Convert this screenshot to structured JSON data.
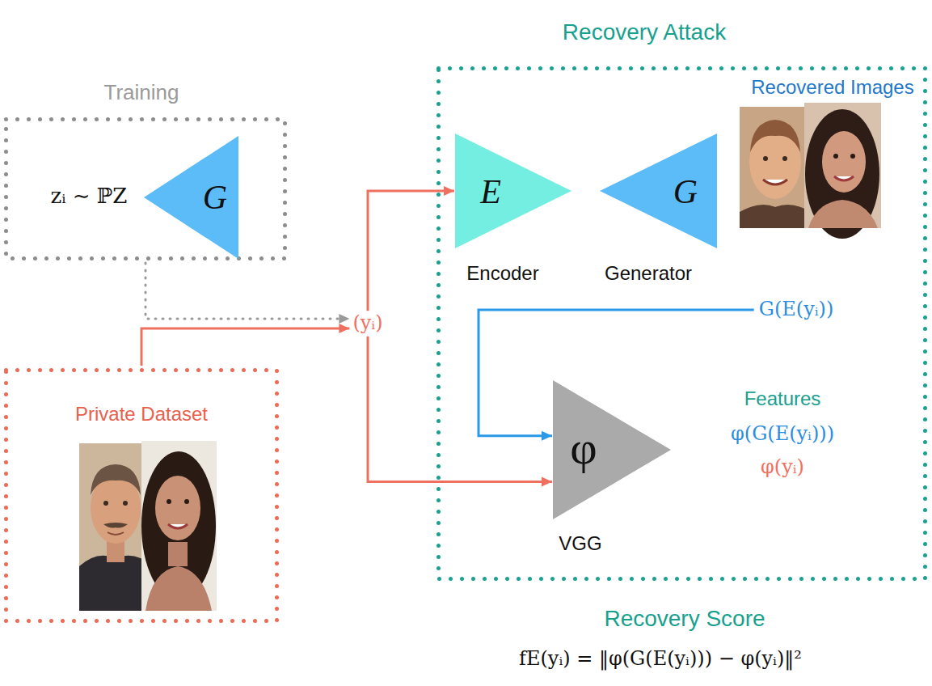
{
  "diagram": {
    "nodes": [
      {
        "text": [
          "Training"
        ]
      },
      {
        "text": [
          "G"
        ],
        "in": 0
      },
      {
        "text": [
          "Private Dataset"
        ]
      },
      {
        "text": [
          "(yᵢ)"
        ]
      },
      {
        "text": [
          "Recovery Attack"
        ]
      },
      {
        "text": [
          "E",
          "Encoder"
        ],
        "in": 4
      },
      {
        "text": [
          "G",
          "Generator"
        ],
        "in": 4
      },
      {
        "text": [
          "G(E(yᵢ))"
        ],
        "in": 4
      },
      {
        "text": [
          "φ",
          "VGG"
        ],
        "in": 4
      }
    ],
    "edges": [
      {
        "from": 0,
        "to": 3,
        "arrow": "to"
      },
      {
        "from": 2,
        "to": 3,
        "arrow": "to"
      },
      {
        "from": 3,
        "to": 5,
        "arrow": "to"
      },
      {
        "from": 3,
        "to": 8,
        "arrow": "to"
      },
      {
        "from": 7,
        "to": 8,
        "arrow": "to"
      }
    ],
    "labels": [
      "zᵢ ∼ ℙZ",
      "Recovered Images",
      "Features",
      "φ(G(E(yᵢ)))",
      "φ(yᵢ)",
      "Recovery Score",
      "fE(yᵢ) = ‖φ(G(E(yᵢ))) − φ(yᵢ)‖²"
    ]
  }
}
